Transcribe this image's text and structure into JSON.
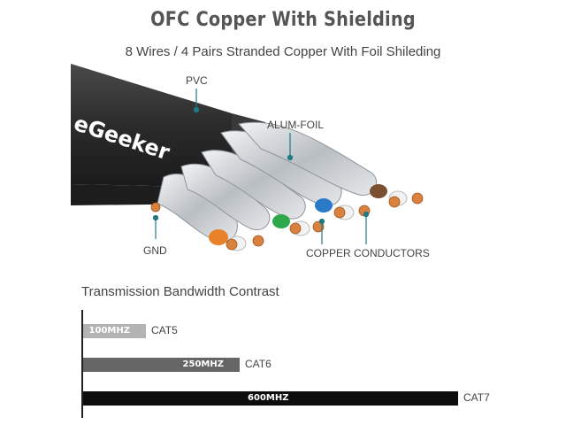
{
  "header": {
    "title": "OFC Copper With Shielding",
    "subtitle": "8 Wires / 4 Pairs Stranded Copper With Foil Shileding"
  },
  "diagram": {
    "brand_text": "eGeeker",
    "labels": {
      "pvc": "PVC",
      "alum_foil": "ALUM-FOIL",
      "gnd": "GND",
      "copper_conductors": "COPPER CONDUCTORS"
    },
    "colors": {
      "jacket": "#2b2b2b",
      "foil": "#c9cdd1",
      "copper": "#d9813e",
      "pointer": "#1b7a86",
      "pair_orange": "#e8822a",
      "pair_green": "#2ea84a",
      "pair_blue": "#2a7ac8",
      "pair_brown": "#7a5030"
    },
    "icons": [
      "cable-cross-section"
    ]
  },
  "bandwidth": {
    "title": "Transmission Bandwidth Contrast",
    "bars": [
      {
        "label": "100MHZ",
        "category": "CAT5",
        "value": 100,
        "color": "#b3b3b3"
      },
      {
        "label": "250MHZ",
        "category": "CAT6",
        "value": 250,
        "color": "#666666"
      },
      {
        "label": "600MHZ",
        "category": "CAT7",
        "value": 600,
        "color": "#0d0d0d"
      }
    ]
  }
}
